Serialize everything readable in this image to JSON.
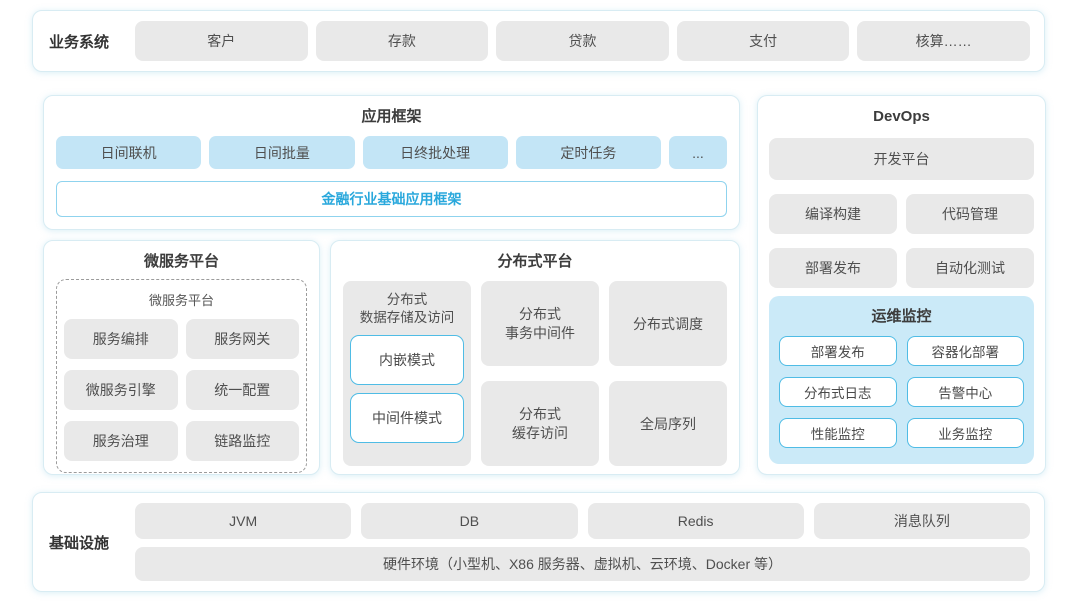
{
  "palette": {
    "accent_blue_text": "#29a8dc",
    "light_blue_chip": "#c3e5f6",
    "monitor_panel_bg": "#cbeaf8",
    "outline_blue_border": "#4fbce5",
    "gray_box_bg": "#e9e9e9",
    "container_border": "#d8ecf3"
  },
  "business_row": {
    "label": "业务系统",
    "items": [
      "客户",
      "存款",
      "贷款",
      "支付",
      "核算……"
    ]
  },
  "app_framework": {
    "title": "应用框架",
    "modules": [
      "日间联机",
      "日间批量",
      "日终批处理",
      "定时任务",
      "..."
    ],
    "base": "金融行业基础应用框架"
  },
  "devops": {
    "title": "DevOps",
    "platform": "开发平台",
    "tools": [
      "编译构建",
      "代码管理",
      "部署发布",
      "自动化测试"
    ],
    "monitoring": {
      "title": "运维监控",
      "items": [
        "部署发布",
        "容器化部署",
        "分布式日志",
        "告警中心",
        "性能监控",
        "业务监控"
      ]
    }
  },
  "microservice": {
    "title": "微服务平台",
    "inner_title": "微服务平台",
    "items": [
      "服务编排",
      "服务网关",
      "微服务引擎",
      "统一配置",
      "服务治理",
      "链路监控"
    ]
  },
  "distributed": {
    "title": "分布式平台",
    "storage_card": {
      "title": "分布式\n数据存储及访问",
      "modes": [
        "内嵌模式",
        "中间件模式"
      ]
    },
    "transaction_card": "分布式\n事务中间件",
    "cache_card": "分布式\n缓存访问",
    "scheduler_card": "分布式调度",
    "sequence_card": "全局序列"
  },
  "infrastructure": {
    "label": "基础设施",
    "items": [
      "JVM",
      "DB",
      "Redis",
      "消息队列"
    ],
    "hardware": "硬件环境（小型机、X86 服务器、虚拟机、云环境、Docker 等）"
  }
}
